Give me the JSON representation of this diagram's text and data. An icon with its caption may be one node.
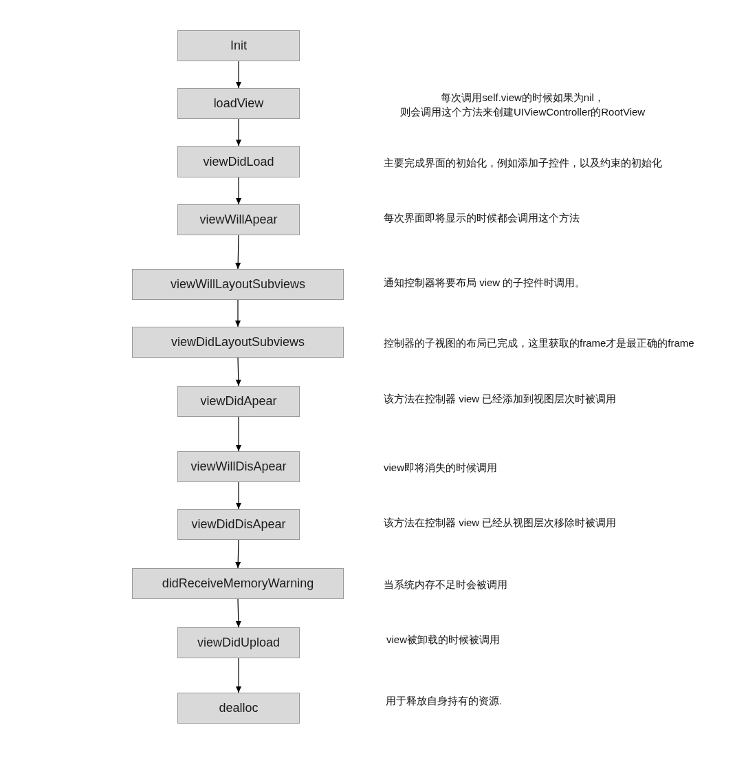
{
  "diagram": {
    "nodes": [
      {
        "text": [
          "Init"
        ]
      },
      {
        "text": [
          "loadView"
        ]
      },
      {
        "text": [
          "viewDidLoad"
        ]
      },
      {
        "text": [
          "viewWillApear"
        ]
      },
      {
        "text": [
          "viewWillLayoutSubviews"
        ]
      },
      {
        "text": [
          "viewDidLayoutSubviews"
        ]
      },
      {
        "text": [
          "viewDidApear"
        ]
      },
      {
        "text": [
          "viewWillDisApear"
        ]
      },
      {
        "text": [
          "viewDidDisApear"
        ]
      },
      {
        "text": [
          "didReceiveMemoryWarning"
        ]
      },
      {
        "text": [
          "viewDidUpload"
        ]
      },
      {
        "text": [
          "dealloc"
        ]
      }
    ],
    "edges": [
      {
        "from": 0,
        "to": 1,
        "arrow": "to"
      },
      {
        "from": 1,
        "to": 2,
        "arrow": "to"
      },
      {
        "from": 2,
        "to": 3,
        "arrow": "to"
      },
      {
        "from": 3,
        "to": 4,
        "arrow": "to"
      },
      {
        "from": 4,
        "to": 5,
        "arrow": "to"
      },
      {
        "from": 5,
        "to": 6,
        "arrow": "to"
      },
      {
        "from": 6,
        "to": 7,
        "arrow": "to"
      },
      {
        "from": 7,
        "to": 8,
        "arrow": "to"
      },
      {
        "from": 8,
        "to": 9,
        "arrow": "to"
      },
      {
        "from": 9,
        "to": 10,
        "arrow": "to"
      },
      {
        "from": 10,
        "to": 11,
        "arrow": "to"
      }
    ],
    "labels": [
      "每次调用self.view的时候如果为nil，则会调用这个方法来创建UIViewController的RootView",
      "主要完成界面的初始化，例如添加子控件，以及约束的初始化",
      "每次界面即将显示的时候都会调用这个方法",
      "通知控制器将要布局 view 的子控件时调用。",
      "控制器的子视图的布局已完成，这里获取的frame才是最正确的frame",
      "该方法在控制器 view 已经添加到视图层次时被调用",
      "view即将消失的时候调用",
      "该方法在控制器 view 已经从视图层次移除时被调用",
      "当系统内存不足时会被调用",
      "view被卸载的时候被调用",
      "用于释放自身持有的资源."
    ]
  }
}
